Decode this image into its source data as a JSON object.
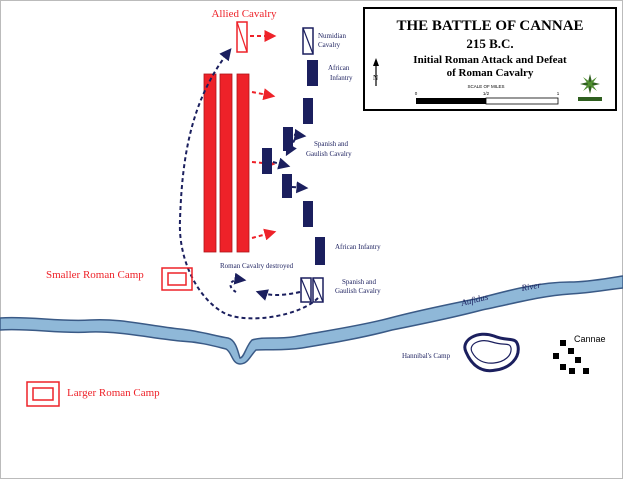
{
  "title_box": {
    "title": "THE BATTLE OF CANNAE",
    "year": "215 B.C.",
    "subtitle_line1": "Initial Roman Attack and Defeat",
    "subtitle_line2": "of Roman Cavalry",
    "scale_label": "SCALE OF MILES",
    "scale_ticks": [
      "0",
      "1/2",
      "1"
    ]
  },
  "labels": {
    "allied_cavalry": "Allied Cavalry",
    "numidian_cavalry_1": "Numidian",
    "numidian_cavalry_2": "Cavalry",
    "african_infantry_top_1": "African",
    "african_infantry_top_2": "Infantry",
    "spanish_gaulish_top_1": "Spanish and",
    "spanish_gaulish_top_2": "Gaulish Cavalry",
    "african_infantry_bottom": "African Infantry",
    "roman_cavalry_destroyed": "Roman Cavalry destroyed",
    "spanish_gaulish_bottom_1": "Spanish and",
    "spanish_gaulish_bottom_2": "Gaulish Cavalry",
    "smaller_roman_camp": "Smaller Roman Camp",
    "larger_roman_camp": "Larger Roman Camp",
    "aufidus": "Aufidus",
    "river": "River",
    "hannibals_camp": "Hannibal's Camp",
    "cannae": "Cannae"
  },
  "colors": {
    "roman": "#ee2229",
    "carthaginian": "#1b1f5e",
    "river_fill": "#8fb8d8",
    "river_edge": "#3a5a86",
    "text_dark": "#000000"
  }
}
